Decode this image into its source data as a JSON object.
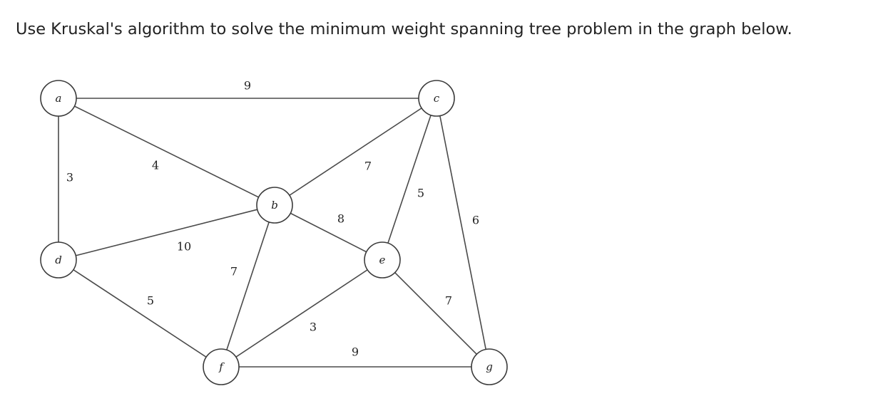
{
  "question": "Use Kruskal's algorithm to solve the minimum weight spanning tree problem in the graph below.",
  "graph": {
    "nodes": [
      {
        "id": "a",
        "label": "a"
      },
      {
        "id": "b",
        "label": "b"
      },
      {
        "id": "c",
        "label": "c"
      },
      {
        "id": "d",
        "label": "d"
      },
      {
        "id": "e",
        "label": "e"
      },
      {
        "id": "f",
        "label": "f"
      },
      {
        "id": "g",
        "label": "g"
      }
    ],
    "edges": [
      {
        "from": "a",
        "to": "c",
        "weight": "9"
      },
      {
        "from": "a",
        "to": "d",
        "weight": "3"
      },
      {
        "from": "a",
        "to": "b",
        "weight": "4"
      },
      {
        "from": "b",
        "to": "c",
        "weight": "7"
      },
      {
        "from": "b",
        "to": "e",
        "weight": "8"
      },
      {
        "from": "c",
        "to": "e",
        "weight": "5"
      },
      {
        "from": "c",
        "to": "g",
        "weight": "6"
      },
      {
        "from": "d",
        "to": "b",
        "weight": "10"
      },
      {
        "from": "b",
        "to": "f",
        "weight": "7"
      },
      {
        "from": "d",
        "to": "f",
        "weight": "5"
      },
      {
        "from": "e",
        "to": "f",
        "weight": "3"
      },
      {
        "from": "e",
        "to": "g",
        "weight": "7"
      },
      {
        "from": "f",
        "to": "g",
        "weight": "9"
      }
    ]
  }
}
